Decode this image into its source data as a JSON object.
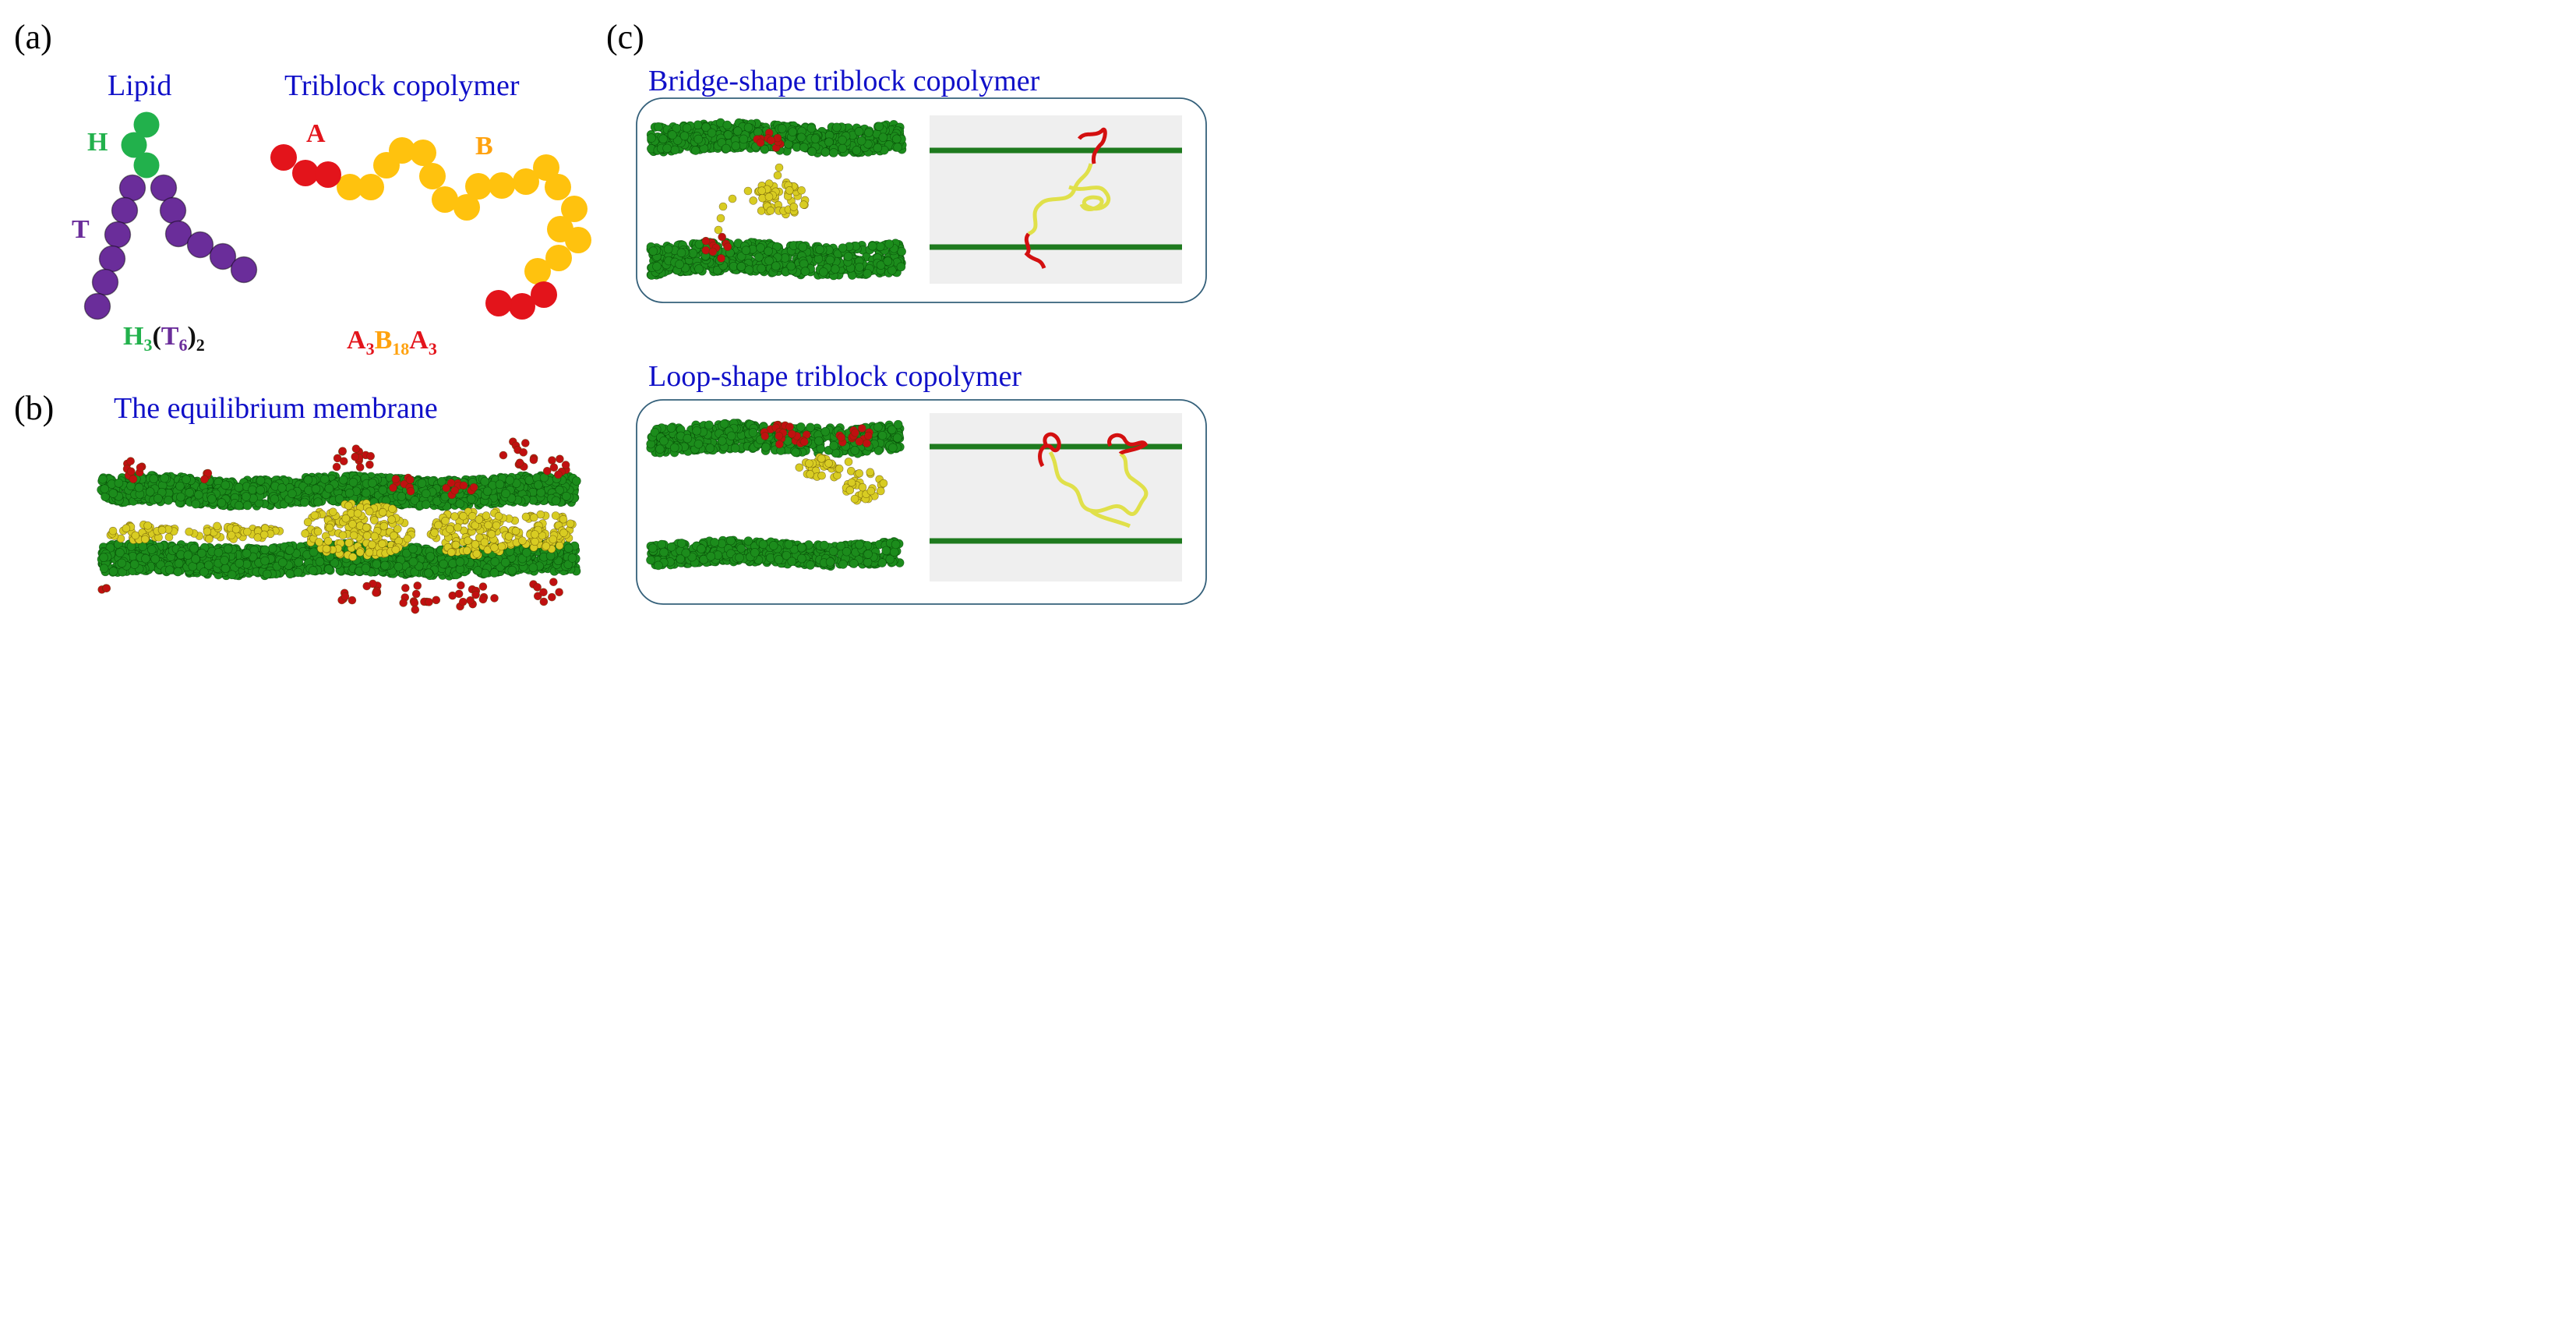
{
  "panels": {
    "a": {
      "label": "(a)",
      "lipid": {
        "title": "Lipid",
        "head_label": "H",
        "tail_label": "T",
        "formula": {
          "H": "H",
          "H_sub": "3",
          "open": "(",
          "T": "T",
          "T_sub": "6",
          "close": ")",
          "outer_sub": "2"
        }
      },
      "copolymer": {
        "title": "Triblock copolymer",
        "a_label": "A",
        "b_label": "B",
        "formula": {
          "A1": "A",
          "A1_sub": "3",
          "B": "B",
          "B_sub": "18",
          "A2": "A",
          "A2_sub": "3"
        }
      }
    },
    "b": {
      "label": "(b)",
      "title": "The equilibrium membrane"
    },
    "c": {
      "label": "(c)",
      "bridge": {
        "title": "Bridge-shape triblock copolymer"
      },
      "loop": {
        "title": "Loop-shape triblock copolymer"
      }
    }
  },
  "colors": {
    "head": "#22b14c",
    "tail": "#6a2d9a",
    "a_block": "#e3141b",
    "b_block": "#ffc20e",
    "membrane_bead": "#1c8c1c",
    "b_bead_sim": "#d8cc22",
    "a_bead_sim": "#c01010",
    "title_blue": "#1010c8",
    "schematic_bg": "#efefef",
    "schematic_line": "#1e7a1e"
  }
}
